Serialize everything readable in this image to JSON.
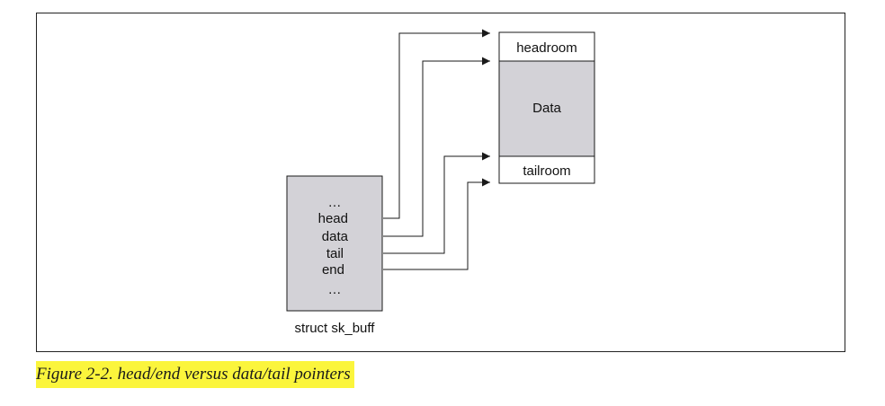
{
  "diagram": {
    "buffer": {
      "headroom": "headroom",
      "data": "Data",
      "tailroom": "tailroom"
    },
    "struct": {
      "title": "struct sk_buff",
      "ellipsis_top": "…",
      "fields": [
        "head",
        "data",
        "tail",
        "end"
      ],
      "ellipsis_bottom": "…"
    }
  },
  "caption": "Figure 2-2. head/end versus data/tail pointers",
  "colors": {
    "box_fill": "#d3d2d7",
    "room_fill": "#ffffff",
    "stroke": "#1a1a1a",
    "caption_highlight": "#fbf53c"
  }
}
